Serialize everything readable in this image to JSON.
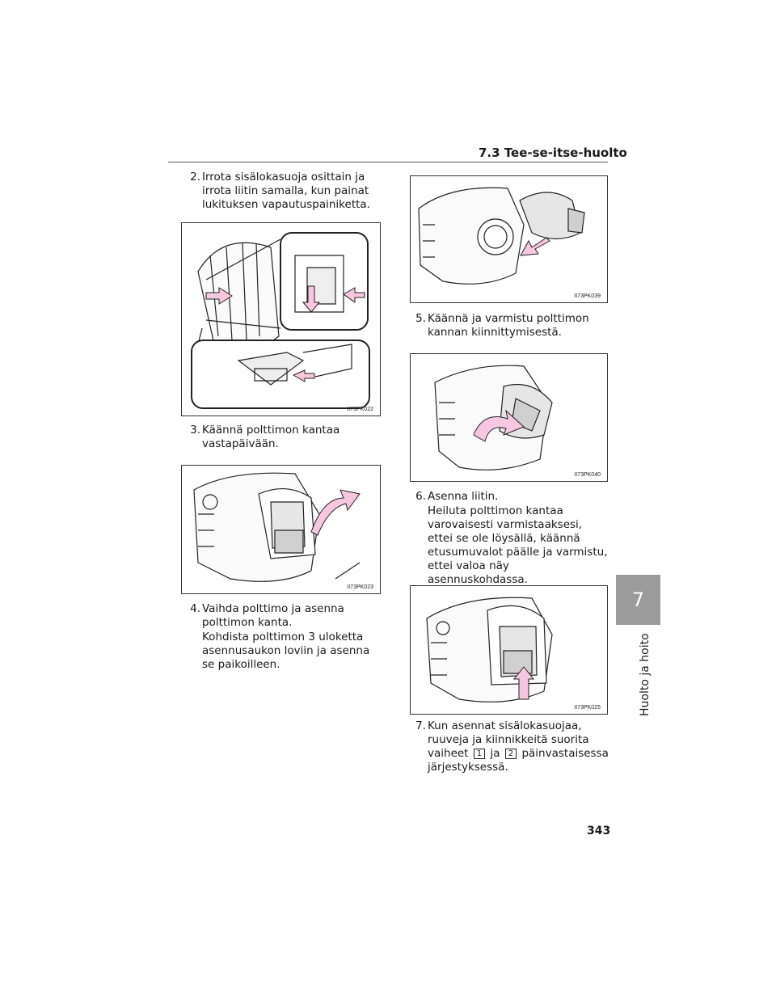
{
  "header": {
    "section": "7.3 Tee-se-itse-huolto"
  },
  "tab": {
    "number": "7",
    "label": "Huolto ja hoito"
  },
  "steps": {
    "s2": {
      "num": "2.",
      "text": "Irrota sisälokasuoja osittain ja irrota liitin samalla, kun painat lukituksen vapautuspainiketta."
    },
    "s3": {
      "num": "3.",
      "text": "Käännä polttimon kantaa vastapäivään."
    },
    "s4": {
      "num": "4.",
      "text": "Vaihda polttimo ja asenna polttimon kanta.",
      "detail": "Kohdista polttimon 3 uloketta asennusaukon loviin ja asenna se paikoilleen."
    },
    "s5": {
      "num": "5.",
      "text": "Käännä ja varmistu polttimon kannan kiinnittymisestä."
    },
    "s6": {
      "num": "6.",
      "text": "Asenna liitin.",
      "detail": "Heiluta polttimon kantaa varovaisesti varmistaaksesi, ettei se ole löysällä, käännä etusumuvalot päälle ja varmistu, ettei valoa näy asennuskohdassa."
    },
    "s7": {
      "num": "7.",
      "text_a": "Kun asennat sisälokasuojaa, ruuveja ja kiinnikkeitä suorita vaiheet",
      "key1": "1",
      "mid": "ja",
      "key2": "2",
      "text_b": "päinvastaisessa järjestyksessä."
    }
  },
  "figures": {
    "f1": "II73PK022",
    "f2": "II73PK023",
    "f3": "II73PK039",
    "f4": "II73PK040",
    "f5": "II73PK025"
  },
  "colors": {
    "arrow": "#f7c6e0",
    "tab": "#9b9b9b"
  },
  "page": {
    "number": "343"
  }
}
